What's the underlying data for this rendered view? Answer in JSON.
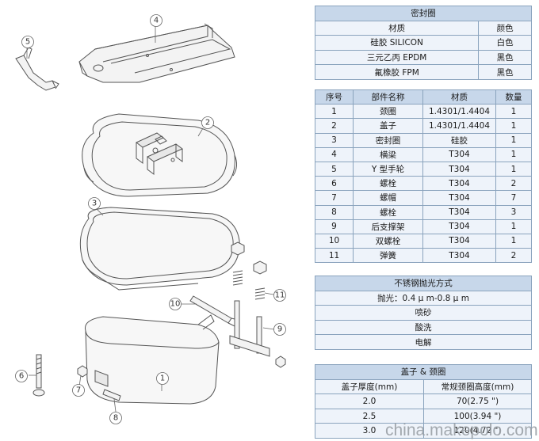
{
  "seal_table": {
    "title": "密封圈",
    "headers": [
      "材质",
      "颜色"
    ],
    "rows": [
      [
        "硅胶 SILICON",
        "白色"
      ],
      [
        "三元乙丙 EPDM",
        "黑色"
      ],
      [
        "氟橡胶 FPM",
        "黑色"
      ]
    ]
  },
  "parts_table": {
    "headers": [
      "序号",
      "部件名称",
      "材质",
      "数量"
    ],
    "rows": [
      [
        "1",
        "颈圈",
        "1.4301/1.4404",
        "1"
      ],
      [
        "2",
        "盖子",
        "1.4301/1.4404",
        "1"
      ],
      [
        "3",
        "密封圈",
        "硅胶",
        "1"
      ],
      [
        "4",
        "横梁",
        "T304",
        "1"
      ],
      [
        "5",
        "Y 型手轮",
        "T304",
        "1"
      ],
      [
        "6",
        "螺栓",
        "T304",
        "2"
      ],
      [
        "7",
        "螺帽",
        "T304",
        "7"
      ],
      [
        "8",
        "螺栓",
        "T304",
        "3"
      ],
      [
        "9",
        "后支撑架",
        "T304",
        "1"
      ],
      [
        "10",
        "双螺栓",
        "T304",
        "1"
      ],
      [
        "11",
        "弹簧",
        "T304",
        "2"
      ]
    ]
  },
  "polish_table": {
    "title": "不锈钢抛光方式",
    "rows": [
      "抛光：0.4 μ m-0.8 μ m",
      "喷砂",
      "酸洗",
      "电解"
    ]
  },
  "height_table": {
    "title": "盖子 & 颈圈",
    "headers": [
      "盖子厚度(mm)",
      "常规颈圈高度(mm)"
    ],
    "rows": [
      [
        "2.0",
        "70(2.75 \")"
      ],
      [
        "2.5",
        "100(3.94 \")"
      ],
      [
        "3.0",
        "120(4.72 \")"
      ]
    ]
  },
  "callouts": [
    "1",
    "2",
    "3",
    "4",
    "5",
    "6",
    "7",
    "8",
    "9",
    "10",
    "11"
  ],
  "watermark": "china.makepolo.com"
}
